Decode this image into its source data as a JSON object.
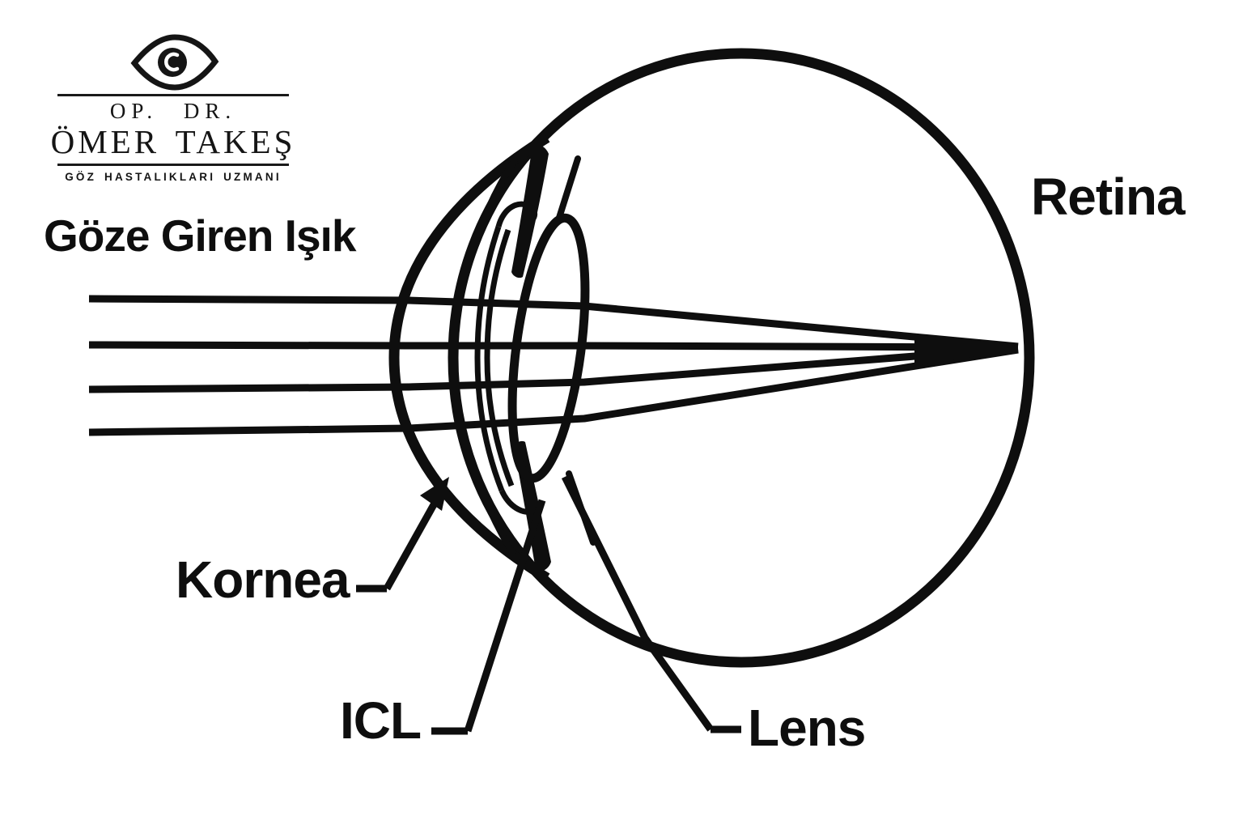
{
  "page": {
    "background": "#ffffff",
    "ink": "#0e0e0e"
  },
  "logo": {
    "icon": "eye-logo-icon",
    "title_line1": "OP. DR.",
    "title_line2": "ÖMER TAKEŞ",
    "subtitle": "GÖZ HASTALIKLARI UZMANI"
  },
  "diagram": {
    "labels": {
      "incoming_light": "Göze Giren Işık",
      "retina": "Retina",
      "cornea": "Kornea",
      "icl": "ICL",
      "lens": "Lens"
    },
    "ray_count": "4",
    "colors": {
      "line": "#0e0e0e",
      "background": "#ffffff"
    }
  }
}
